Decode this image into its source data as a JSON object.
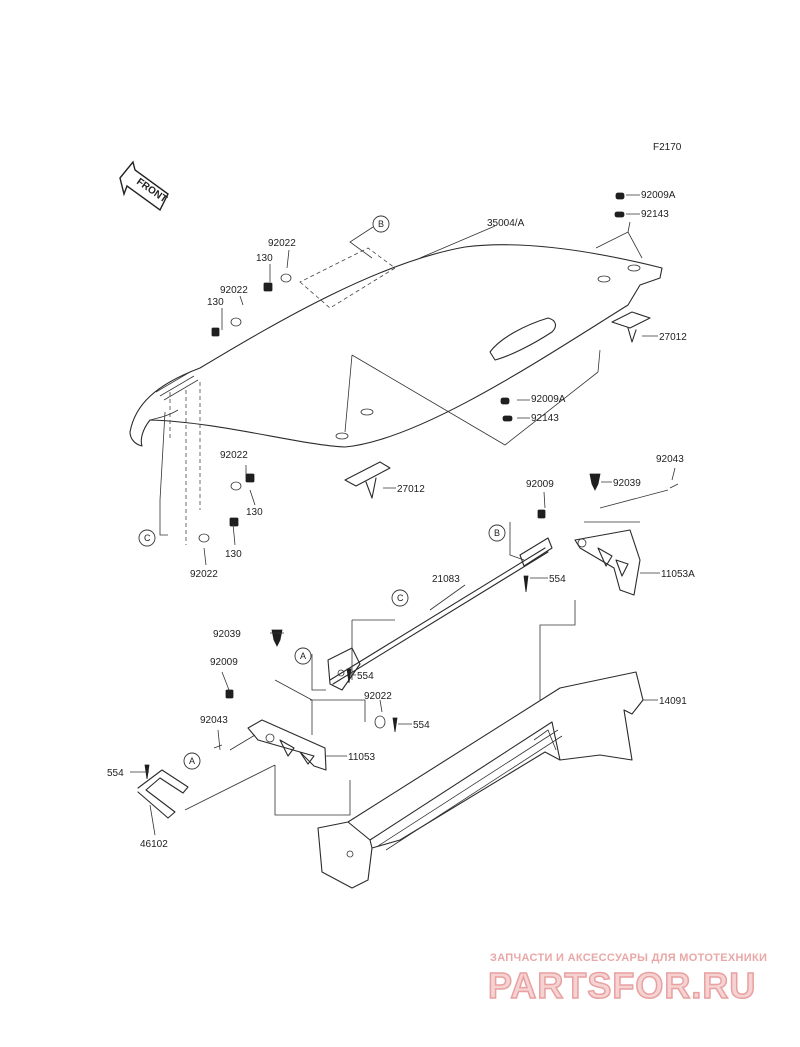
{
  "figure_code": "F2170",
  "front_label": "FRONT",
  "watermark": {
    "tagline": "ЗАПЧАСТИ И АКСЕССУАРЫ ДЛЯ МОТОТЕХНИКИ",
    "brand": "PARTSFOR.RU"
  },
  "callouts": {
    "p35004A": "35004/A",
    "p92009A_1": "92009A",
    "p92143_1": "92143",
    "p27012_1": "27012",
    "p92009A_2": "92009A",
    "p92143_2": "92143",
    "p27012_2": "27012",
    "p92022_1": "92022",
    "p130_1": "130",
    "p92022_2": "92022",
    "p130_2": "130",
    "p92022_3": "92022",
    "p130_3": "130",
    "p130_4": "130",
    "p92022_4": "92022",
    "p92043_1": "92043",
    "p92009_1": "92009",
    "p92039_1": "92039",
    "p11053A": "11053A",
    "p554_1": "554",
    "p21083": "21083",
    "p92039_2": "92039",
    "p92009_2": "92009",
    "p554_2": "554",
    "p92022_5": "92022",
    "p554_3": "554",
    "p92043_2": "92043",
    "p11053": "11053",
    "p554_4": "554",
    "p46102": "46102",
    "p14091": "14091"
  },
  "refs": {
    "b1": "B",
    "c1": "C",
    "b2": "B",
    "c2": "C",
    "a1": "A",
    "a2": "A"
  }
}
